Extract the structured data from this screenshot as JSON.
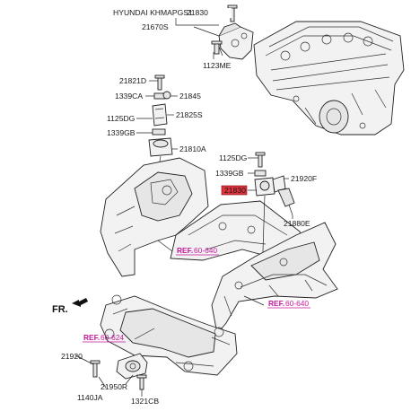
{
  "header": {
    "title": "HYUNDAI KHMAPGS1",
    "code": "21830"
  },
  "labels": {
    "l21670S": "21670S",
    "l1123ME": "1123ME",
    "l21821D": "21821D",
    "l1339CA": "1339CA",
    "l21845": "21845",
    "l1125DG_a": "1125DG",
    "l21825S": "21825S",
    "l1339GB_a": "1339GB",
    "l21810A": "21810A",
    "l1125DG_b": "1125DG",
    "l1339GB_b": "1339GB",
    "l21920F": "21920F",
    "l21830": "21830",
    "l21880E": "21880E",
    "l21920": "21920",
    "l21950R": "21950R",
    "l1140JA": "1140JA",
    "l1321CB": "1321CB"
  },
  "refs": {
    "ref1_prefix": "REF.",
    "ref1_num": "60-640",
    "ref2_prefix": "REF.",
    "ref2_num": "60-640",
    "ref3_prefix": "REF.",
    "ref3_num": "60-624"
  },
  "direction": {
    "label": "FR."
  },
  "colors": {
    "highlight": "#e0323c",
    "ref": "#c8199b",
    "label_box": "#ffffff"
  }
}
